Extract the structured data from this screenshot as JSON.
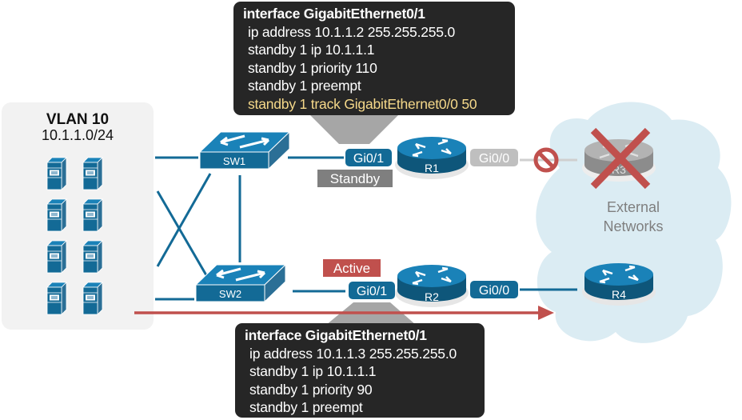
{
  "colors": {
    "device_blue": "#136a96",
    "device_top": "#1a82b8",
    "device_dark": "#0e567a",
    "link_blue": "#136a96",
    "failed_gray": "#a6a6a6",
    "active_red": "#c0504d",
    "standby_gray": "#7f7f7f",
    "cloud_fill": "#dbecf3",
    "vlan_box": "#f2f2f2",
    "config_bg": "#262626",
    "config_highlight": "#f6d98a"
  },
  "vlan": {
    "title": "VLAN 10",
    "subnet": "10.1.1.0/24",
    "host_icon": "server-icon",
    "host_count": 8
  },
  "switches": [
    {
      "label": "SW1",
      "icon": "switch-icon"
    },
    {
      "label": "SW2",
      "icon": "switch-icon"
    }
  ],
  "routers": [
    {
      "label": "R1",
      "icon": "router-icon",
      "state": "Standby",
      "inside_if": "Gi0/1",
      "outside_if": "Gi0/0",
      "outside_status": "down"
    },
    {
      "label": "R2",
      "icon": "router-icon",
      "state": "Active",
      "inside_if": "Gi0/1",
      "outside_if": "Gi0/0",
      "outside_status": "up"
    },
    {
      "label": "R3",
      "icon": "router-icon",
      "status": "failed"
    },
    {
      "label": "R4",
      "icon": "router-icon",
      "status": "up"
    }
  ],
  "cloud": {
    "line1": "External",
    "line2": "Networks"
  },
  "markers": {
    "blocked": "prohibited-icon",
    "failed": "x-mark-icon",
    "traffic_path": "arrow-right-icon"
  },
  "configs": {
    "r1": {
      "header": "interface GigabitEthernet0/1",
      "lines": [
        "ip address 10.1.1.2 255.255.255.0",
        "standby 1 ip 10.1.1.1",
        "standby 1 priority 110",
        "standby 1 preempt"
      ],
      "highlight": "standby 1 track GigabitEthernet0/0 50"
    },
    "r2": {
      "header": "interface GigabitEthernet0/1",
      "lines": [
        "ip address 10.1.1.3 255.255.255.0",
        "standby 1 ip 10.1.1.1",
        "standby 1 priority 90",
        "standby 1 preempt"
      ]
    }
  }
}
